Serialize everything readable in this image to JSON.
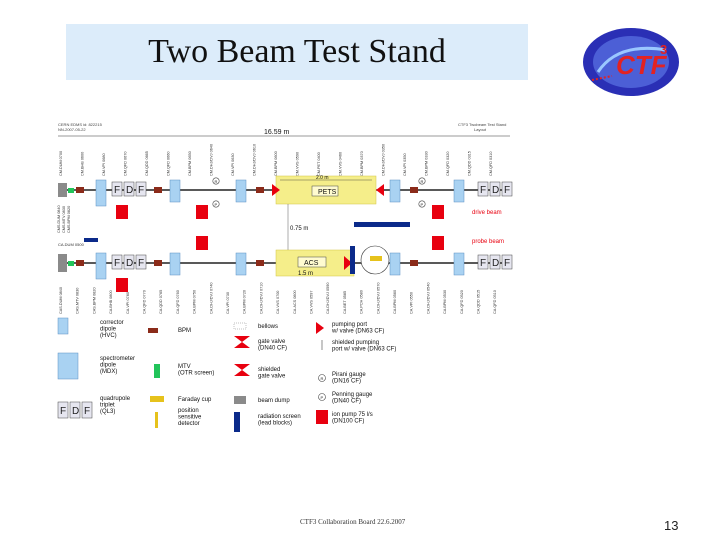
{
  "slide": {
    "title": "Two Beam Test Stand",
    "footer": "CTF3 Collaboration Board 22.6.2007",
    "page_number": "13"
  },
  "logo": {
    "text": "CTF",
    "superscript": "3",
    "icon": "ctf3-logo-icon"
  },
  "diagram": {
    "header_left_1": "CERN EDMS id: 822215",
    "header_left_2": "NN-2007-05-22",
    "header_right_1": "CTF3 Twobeam Test Stand",
    "header_right_2": "Layout",
    "overall_length": "16.59 m",
    "pets_length": "2.0 m",
    "pets_label": "PETS",
    "separation": "0.75 m",
    "acs_label": "ACS",
    "acs_length": "1.5 m",
    "drive_beam": "drive beam",
    "probe_beam": "probe beam",
    "quad_letters": [
      "F",
      "D",
      "F"
    ],
    "pirani_letter": "R",
    "penning_letter": "P",
    "top_labels": [
      "CM.DUM 0700",
      "CM.BHB 0600",
      "CM.VPI 0680",
      "CM.QFD 0670",
      "CM.QDD 0665",
      "CM.QFD 0660",
      "CM.BPM 0650",
      "CM.DHJ/DVJ 0640",
      "CM.VPI 0630",
      "CM.DHJ/DVJ 0610",
      "CM.BPM 0600",
      "CM.VVS 0590",
      "CM.PET 0400",
      "CM.VVS 0460",
      "CM.BPM 0370",
      "CM.DHJ/DVJ 0350",
      "CM.VPI 0350",
      "CM.BPM 0330",
      "CM.QFD 0320",
      "CM.QDD 0315",
      "CM.QFD 0310"
    ],
    "left_labels_top": [
      "CMS.DUM 0840",
      "CMS.MTV 0830",
      "CMS.BPM 0820"
    ],
    "left_label_mid": "CA.DUM 0500",
    "bottom_labels": [
      "CAS.DUM 0840",
      "CAS.MTV 0830",
      "CAS.BPM 0820",
      "CA.BHB 0800",
      "CA.VPI 0780",
      "CA.QFD 0770",
      "CA.QDD 0765",
      "CA.QFD 0760",
      "CA.BPM 0750",
      "CA.DHJ/DVJ 0740",
      "CA.VPI 0730",
      "CA.BPM 0720",
      "CA.DHJ/DVJ 0710",
      "CA.VVS 0700",
      "CA.ACS 0600",
      "CA.VVS 0597",
      "CA.DHJ/DVJ 0590",
      "CA.BET 0585",
      "CA.PCH 0580",
      "CA.DHJ/DVJ 0570",
      "CA.BPM 0560",
      "CA.VPI 0550",
      "CA.DHJ/DVJ 0540",
      "CA.BPM 0530",
      "CA.QFD 0520",
      "CA.QDD 0515",
      "CA.QFD 0510"
    ],
    "legend": {
      "corrector": "corrector\ndipole\n(HVC)",
      "bpm": "BPM",
      "bellows": "bellows",
      "pumping_port": "pumping port\nw/ valve (DN63 CF)",
      "gate_valve": "gate valve\n(DN40 CF)",
      "shielded_pumping": "shielded pumping\nport w/ valve (DN63 CF)",
      "spectrometer": "spectrometer\ndipole\n(MDX)",
      "mtv": "MTV\n(OTR screen)",
      "shielded_gate": "shielded\ngate valve",
      "pirani": "Pirani gauge\n(DN16 CF)",
      "faraday": "Faraday cup",
      "penning": "Penning gauge\n(DN40 CF)",
      "quad_triplet": "quadrupole\ntriplet\n(QL3)",
      "beam_dump": "beam dump",
      "position": "position\nsensitive\ndetector",
      "radiation": "radiation screen\n(lead blocks)",
      "ion_pump": "ion pump 75 l/s\n(DN100 CF)"
    },
    "colors": {
      "beam_line": "#222222",
      "blue_box": "#a9d2f2",
      "red_box": "#e8000f",
      "pets_yellow": "#f5ee8a",
      "navy": "#0b2a8a",
      "green": "#22c45a",
      "bpm_brown": "#8b2b1a",
      "gold": "#e6c21c"
    }
  }
}
